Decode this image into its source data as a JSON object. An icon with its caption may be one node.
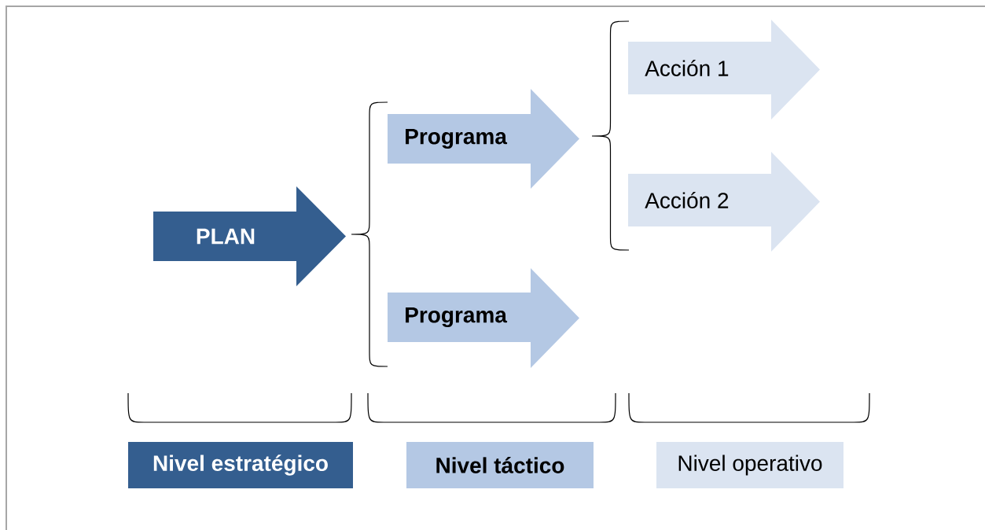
{
  "diagram": {
    "nodes": [
      {
        "text": [
          "PLAN"
        ]
      },
      {
        "text": [
          "Programa"
        ]
      },
      {
        "text": [
          "Programa"
        ]
      },
      {
        "text": [
          "Acción 1"
        ]
      },
      {
        "text": [
          "Acción 2"
        ]
      },
      {
        "text": [
          "Nivel estratégico"
        ]
      },
      {
        "text": [
          "Nivel táctico"
        ]
      },
      {
        "text": [
          "Nivel operativo"
        ]
      }
    ]
  }
}
